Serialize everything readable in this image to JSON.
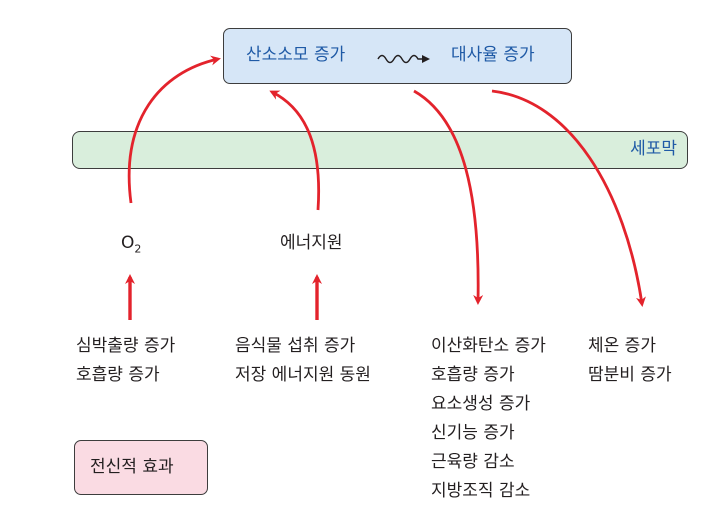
{
  "colors": {
    "arrow": "#e3232c",
    "label_blue": "#1f5aa6",
    "top_box_bg": "#d6e6f7",
    "membrane_bg": "#d9eedc",
    "effect_box_bg": "#fadbe3",
    "text": "#231f20"
  },
  "top_box": {
    "left_text": "산소소모 증가",
    "right_text": "대사율 증가",
    "connector_icon": "wavy-arrow-icon"
  },
  "membrane": {
    "label": "세포막"
  },
  "nodes": {
    "oxygen": {
      "base": "O",
      "subscript": "2"
    },
    "energy": "에너지원"
  },
  "columns": {
    "cardio": [
      "심박출량 증가",
      "호흡량 증가"
    ],
    "intake": [
      "음식물 섭취 증가",
      "저장 에너지원 동원"
    ],
    "metabolic": [
      "이산화탄소 증가",
      "호흡량 증가",
      "요소생성 증가",
      "신기능 증가",
      "근육량 감소",
      "지방조직 감소"
    ],
    "thermal": [
      "체온 증가",
      "땀분비 증가"
    ]
  },
  "effect_box": {
    "label": "전신적 효과"
  }
}
